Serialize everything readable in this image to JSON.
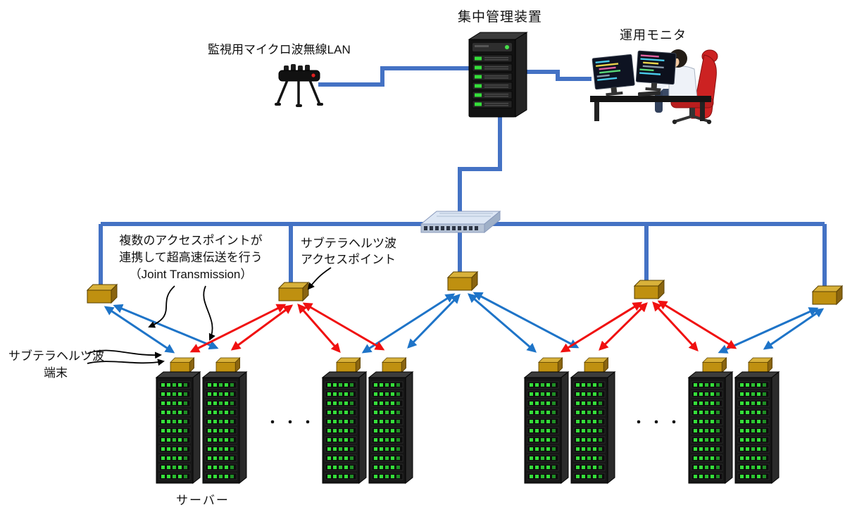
{
  "labels": {
    "central_mgmt": "集中管理装置",
    "microwave_lan": "監視用マイクロ波無線LAN",
    "operation_monitor": "運用モニタ",
    "server": "サーバー"
  },
  "annotations": {
    "joint_line1": "複数のアクセスポイントが",
    "joint_line2": "連携して超高速伝送を行う",
    "joint_line3": "（Joint Transmission）",
    "ap_label_line1": "サブテラヘルツ波",
    "ap_label_line2": "アクセスポイント",
    "terminal_label_line1": "サブテラヘルツ波",
    "terminal_label_line2": "端末",
    "ellipsis_left": "・・・",
    "ellipsis_right": "・・・"
  },
  "icons": {
    "central_server": "server-tower-icon",
    "microwave_lan": "antenna-device-icon",
    "operation_monitor": "operator-at-desk-icon",
    "switch": "network-switch-icon",
    "access_point": "gold-box-icon",
    "terminal": "gold-box-small-icon",
    "server_rack": "rack-with-green-leds-icon"
  },
  "colors": {
    "connector_blue": "#4472C4",
    "arrow_blue": "#1E74C8",
    "arrow_red": "#F01010",
    "ap_gold": "#BF9010",
    "rack_black": "#161616",
    "led_green": "#35E03A"
  }
}
